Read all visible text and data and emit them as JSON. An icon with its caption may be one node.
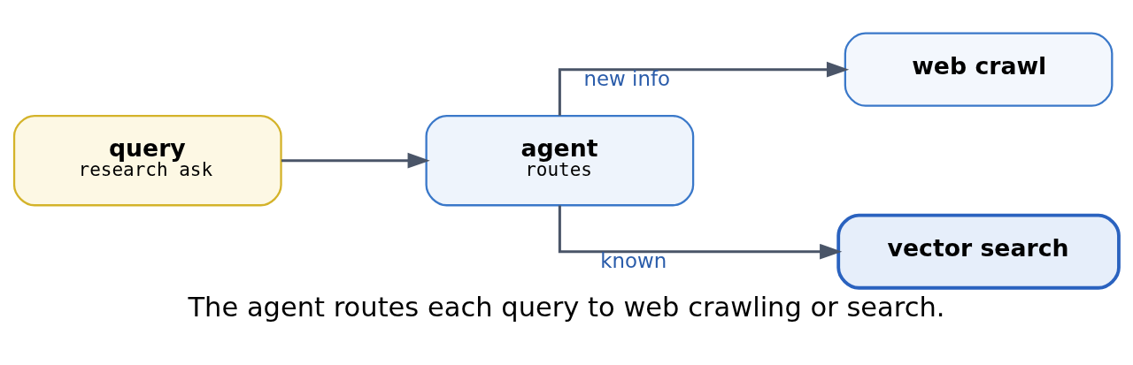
{
  "diagram": {
    "caption": "The agent routes each query to web crawling or search.",
    "nodes": [
      {
        "text": [
          "query",
          "research ask"
        ]
      },
      {
        "text": [
          "agent",
          "routes"
        ]
      },
      {
        "text": [
          "web crawl"
        ]
      },
      {
        "text": [
          "vector search"
        ]
      }
    ],
    "edges": [
      {
        "from": 0,
        "to": 1,
        "arrow": "to"
      },
      {
        "from": 1,
        "to": 2,
        "arrow": "to",
        "label": "new info"
      },
      {
        "from": 1,
        "to": 3,
        "arrow": "to",
        "label": "known"
      }
    ]
  }
}
